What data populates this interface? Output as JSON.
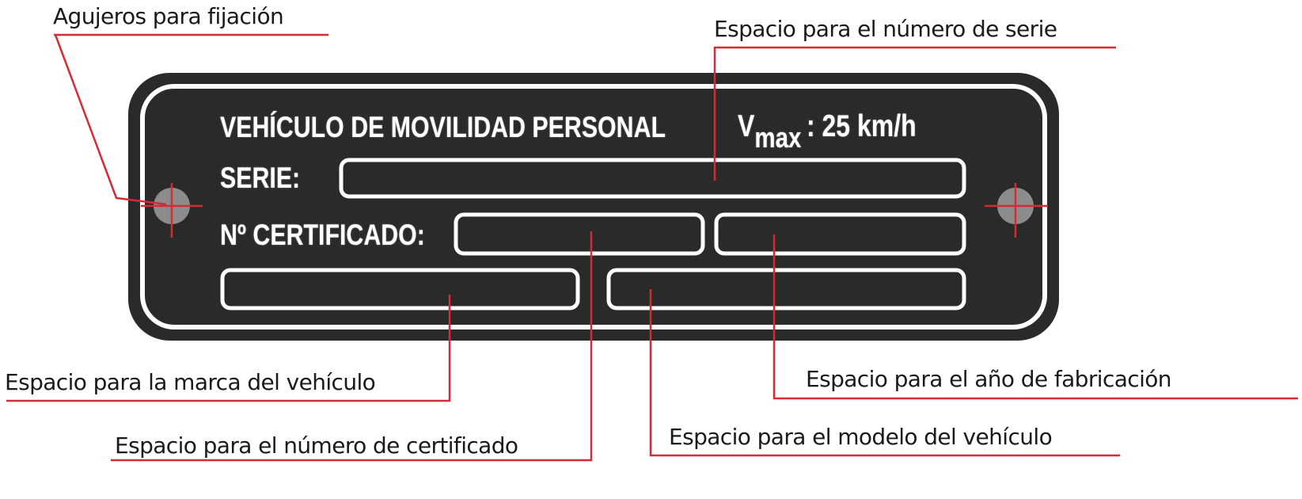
{
  "plate": {
    "title": "VEHÍCULO DE MOVILIDAD PERSONAL",
    "vmax_symbol": "V",
    "vmax_subscript": "max",
    "vmax_value": ": 25 km/h",
    "serie_label": "SERIE:",
    "certificado_label": "Nº CERTIFICADO:",
    "colors": {
      "plate": "#2a2a2a",
      "border": "#ffffff",
      "hole": "#8c8c8c",
      "leader": "#d62a36"
    }
  },
  "annotations": {
    "holes": "Agujeros para fijación",
    "serial_number": "Espacio para el número de serie",
    "brand": "Espacio para la marca del vehículo",
    "manufacture_year": "Espacio para el año de fabricación",
    "certificate_number": "Espacio para el número de certificado",
    "model": "Espacio para el modelo del vehículo"
  }
}
